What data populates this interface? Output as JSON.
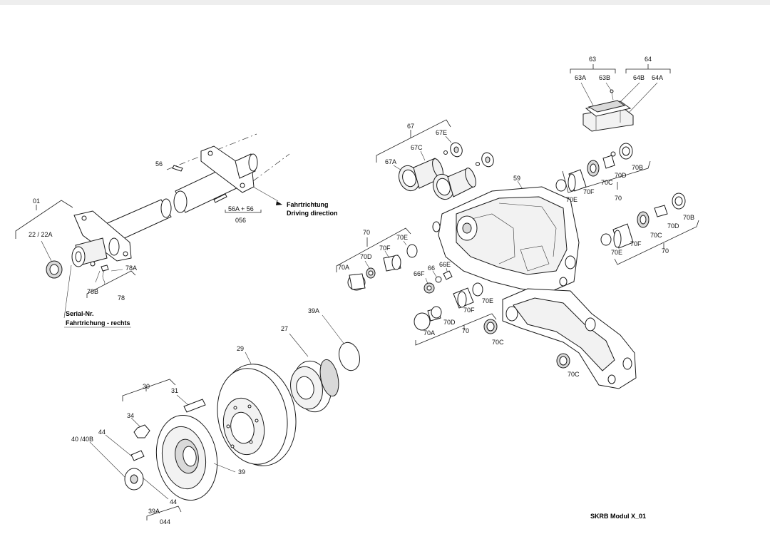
{
  "title_block": {
    "module": "SKRB Modul X_01"
  },
  "direction": {
    "de": "Fahrtrichtung",
    "en": "Driving direction"
  },
  "serial_note": {
    "line1": "Serial-Nr.",
    "line2": "Fahrtrichung - rechts"
  },
  "labels": {
    "l63": "63",
    "l64": "64",
    "l63A": "63A",
    "l63B": "63B",
    "l64B": "64B",
    "l64A": "64A",
    "l67": "67",
    "l67E": "67E",
    "l67C": "67C",
    "l67A": "67A",
    "l59": "59",
    "l70_tr": "70",
    "l70E_tr": "70E",
    "l70F_tr": "70F",
    "l70C_tr": "70C",
    "l70D_tr": "70D",
    "l70B_tr": "70B",
    "l70_r": "70",
    "l70E_r": "70E",
    "l70F_r": "70F",
    "l70C_r": "70C",
    "l70D_r": "70D",
    "l70B_r": "70B",
    "l70_l": "70",
    "l70E_l": "70E",
    "l70F_l": "70F",
    "l70D_l": "70D",
    "l70A_l": "70A",
    "l66": "66",
    "l66E": "66E",
    "l66F": "66F",
    "l70E_m": "70E",
    "l70F_m": "70F",
    "l70D_m": "70D",
    "l70A_m": "70A",
    "l70_m": "70",
    "l70C_m": "70C",
    "l70C_b": "70C",
    "l56": "56",
    "l56A56": "56A  + 56",
    "l056": "056",
    "l01": "01",
    "l22": "22 / 22A",
    "l78A": "78A",
    "l78B": "78B",
    "l78": "78",
    "l39A_top": "39A",
    "l27": "27",
    "l29": "29",
    "l30": "30",
    "l31": "31",
    "l34": "34",
    "l44_t": "44",
    "l40": "40 /40B",
    "l39": "39",
    "l44_b": "44",
    "l39A_b": "39A",
    "l044": "044"
  },
  "colors": {
    "line": "#1a1a1a",
    "background": "#ffffff",
    "topbar": "#eeeeee"
  }
}
